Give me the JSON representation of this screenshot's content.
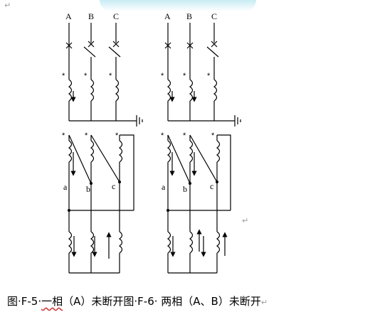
{
  "phases": [
    "A",
    "B",
    "C"
  ],
  "tap_labels": [
    "a",
    "b",
    "c"
  ],
  "polarity_mark": "*",
  "caption": {
    "fig1_prefix": "图·F-5·",
    "fig1_squiggled": "一相",
    "fig1_rest": "（A）未断开",
    "fig2": "图·F-6·  两相（A、B）未断开",
    "paragraph_mark": "↵"
  },
  "marks": {
    "corner": "↵",
    "middle": "↵"
  },
  "icons": [
    "breaker-cross-icon",
    "breaker-switch-icon",
    "ground-icon",
    "current-arrow-icon"
  ]
}
